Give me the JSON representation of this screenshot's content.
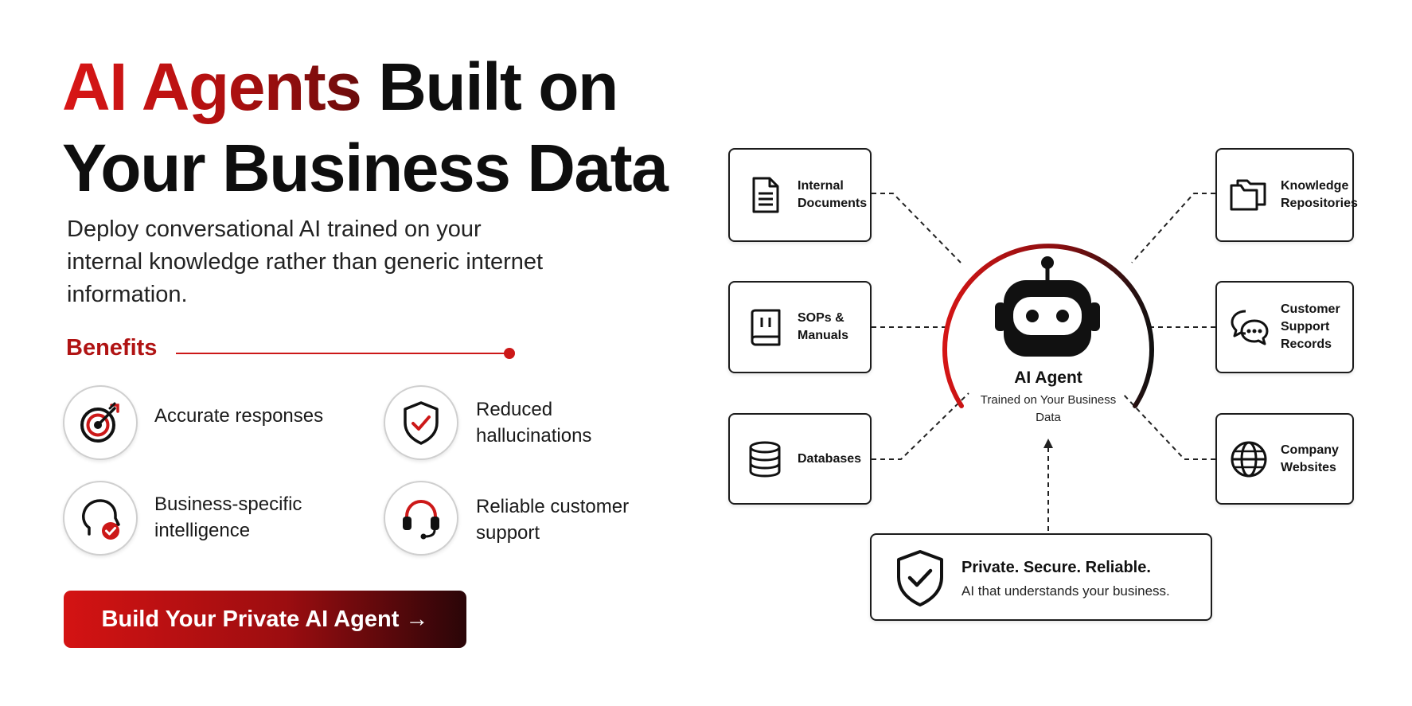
{
  "headline": {
    "accent": "AI Agents",
    "line1_rest": " Built on",
    "line2": "Your Business Data"
  },
  "subtitle": "Deploy conversational AI trained on your internal knowledge rather than generic internet information.",
  "benefits": {
    "heading": "Benefits",
    "items": [
      {
        "icon": "target-icon",
        "label": "Accurate responses"
      },
      {
        "icon": "shield-check-icon",
        "label": "Reduced hallucinations"
      },
      {
        "icon": "head-check-icon",
        "label": "Business-specific intelligence"
      },
      {
        "icon": "headset-icon",
        "label": "Reliable customer support"
      }
    ]
  },
  "cta": {
    "label": "Build Your Private AI Agent →"
  },
  "agent": {
    "title": "AI Agent",
    "subtitle": "Trained on Your Business Data",
    "icon": "robot-icon"
  },
  "sources_left": [
    {
      "icon": "document-icon",
      "label": "Internal Documents"
    },
    {
      "icon": "manual-icon",
      "label": "SOPs & Manuals"
    },
    {
      "icon": "database-icon",
      "label": "Databases"
    }
  ],
  "sources_right": [
    {
      "icon": "folders-icon",
      "label": "Knowledge Repositories"
    },
    {
      "icon": "chat-bubbles-icon",
      "label": "Customer Support Records"
    },
    {
      "icon": "globe-icon",
      "label": "Company Websites"
    }
  ],
  "security": {
    "icon": "shield-check-icon",
    "title": "Private. Secure. Reliable.",
    "subtitle": "AI that understands your business."
  },
  "colors": {
    "accent": "#cc1818",
    "dark": "#111111"
  }
}
